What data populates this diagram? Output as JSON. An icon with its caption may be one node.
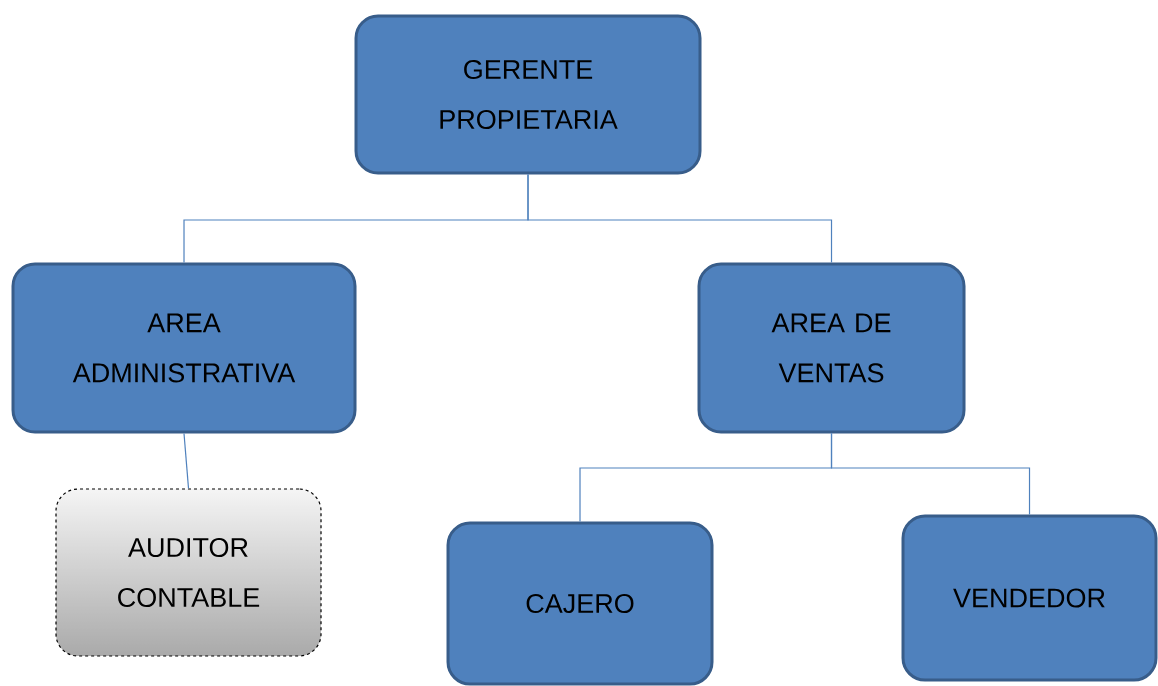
{
  "diagram": {
    "nodes": [
      {
        "text": [
          "GERENTE PROPIETARIA"
        ]
      },
      {
        "text": [
          "AREA ADMINISTRATIVA"
        ]
      },
      {
        "text": [
          "AREA DE VENTAS"
        ]
      },
      {
        "text": [
          "AUDITOR CONTABLE"
        ]
      },
      {
        "text": [
          "CAJERO"
        ]
      },
      {
        "text": [
          "VENDEDOR"
        ]
      }
    ],
    "edges": [
      {
        "from": 0,
        "to": 1,
        "arrow": "none"
      },
      {
        "from": 0,
        "to": 2,
        "arrow": "none"
      },
      {
        "from": 1,
        "to": 3,
        "arrow": "none"
      },
      {
        "from": 2,
        "to": 4,
        "arrow": "none"
      },
      {
        "from": 2,
        "to": 5,
        "arrow": "none"
      }
    ]
  }
}
